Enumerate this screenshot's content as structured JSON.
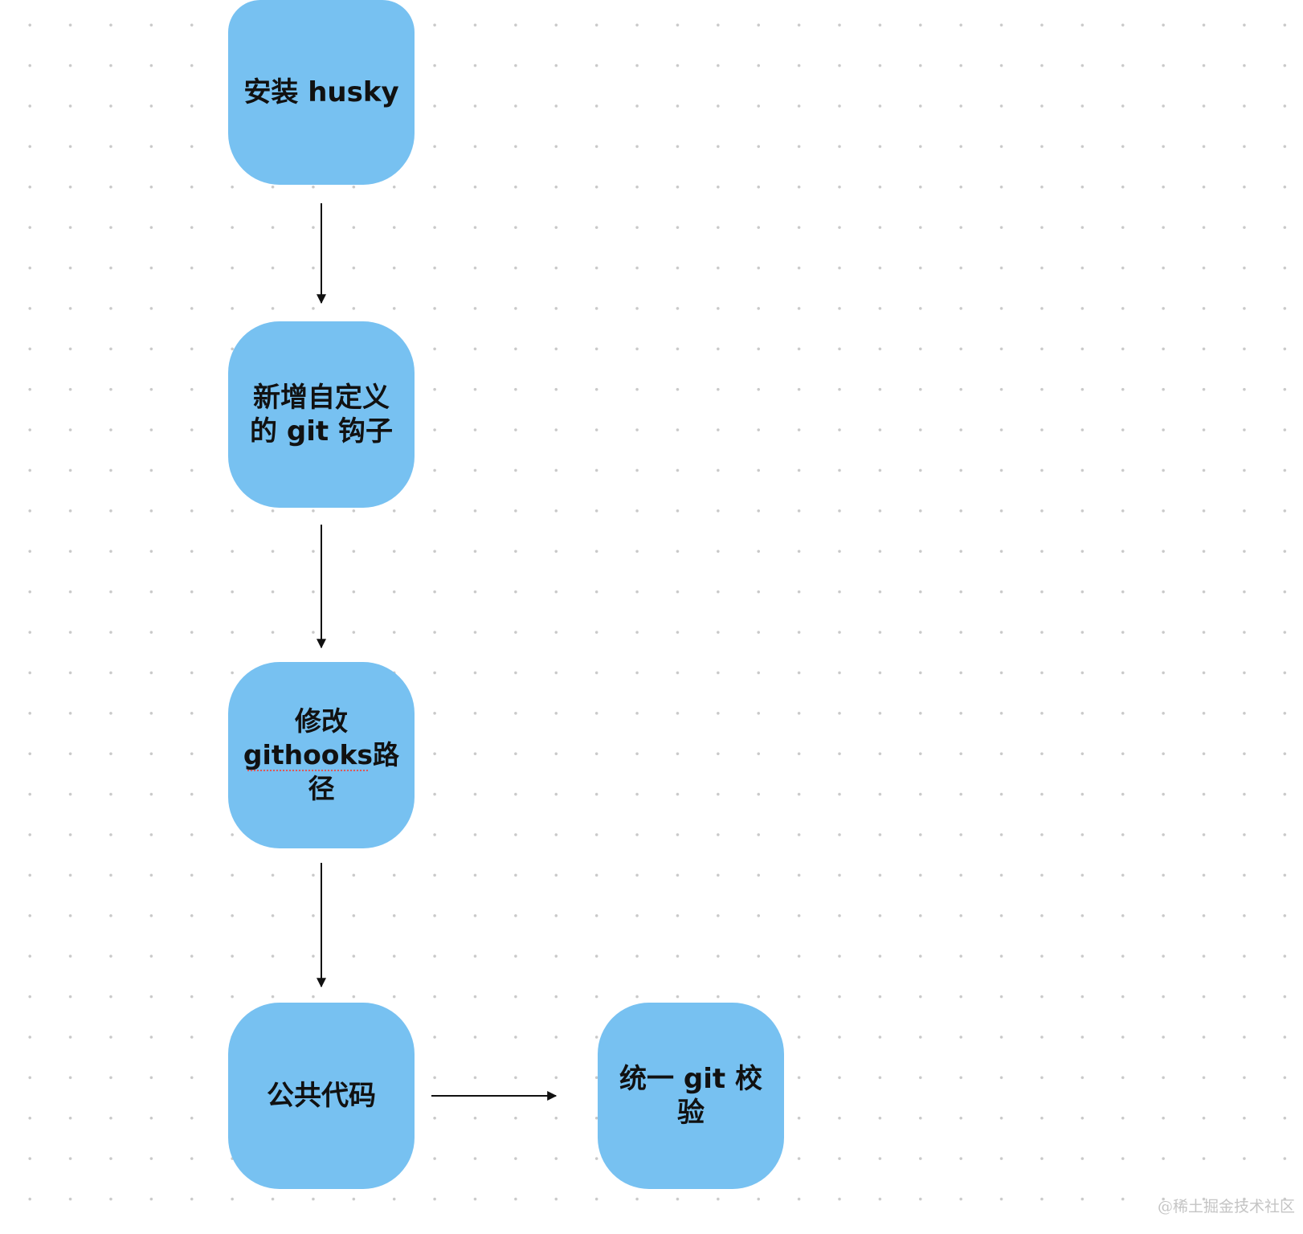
{
  "diagram": {
    "nodes": [
      {
        "id": "install-husky",
        "label": "安装 husky"
      },
      {
        "id": "custom-hook",
        "label": "新增自定义\n的 git 钩子"
      },
      {
        "id": "githooks-path",
        "label": "修改\ngithooks路\n径"
      },
      {
        "id": "common-code",
        "label": "公共代码"
      },
      {
        "id": "unified-check",
        "label": "统一 git 校\n验"
      }
    ],
    "edges": [
      {
        "from": "install-husky",
        "to": "custom-hook"
      },
      {
        "from": "custom-hook",
        "to": "githooks-path"
      },
      {
        "from": "githooks-path",
        "to": "common-code"
      },
      {
        "from": "common-code",
        "to": "unified-check"
      }
    ],
    "colors": {
      "node_fill": "#77c1f1",
      "edge": "#111111",
      "grid_dot": "#c9c9c9"
    }
  },
  "watermark": "@稀土掘金技术社区"
}
